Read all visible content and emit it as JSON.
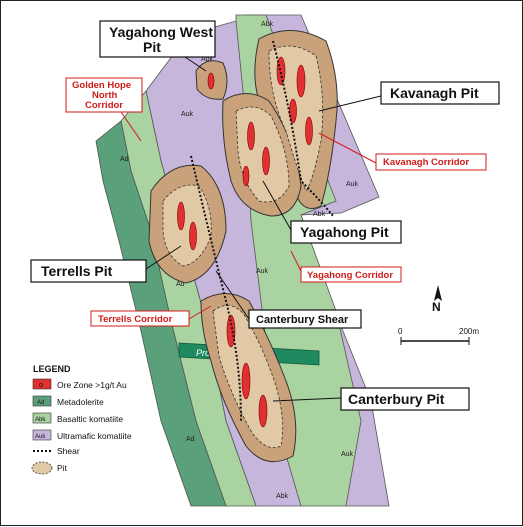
{
  "map": {
    "pits": {
      "yagahong_west_line1": "Yagahong West",
      "yagahong_west_line2": "Pit",
      "kavanagh": "Kavanagh Pit",
      "yagahong": "Yagahong Pit",
      "terrells": "Terrells Pit",
      "canterbury": "Canterbury Pit"
    },
    "corridors": {
      "golden_hope_1": "Golden Hope",
      "golden_hope_2": "North",
      "golden_hope_3": "Corridor",
      "kavanagh": "Kavanagh Corridor",
      "yagahong": "Yagahong Corridor",
      "terrells": "Terrells Corridor"
    },
    "canterbury_shear": "Canterbury Shear",
    "dyke_label": "Proterozoic  Dyke",
    "unit_codes": {
      "ad": "Ad",
      "abk": "Abk",
      "auk": "Auk"
    },
    "north_arrow": "N",
    "scale": {
      "start": "0",
      "end": "200m"
    }
  },
  "legend": {
    "title": "LEGEND",
    "items": [
      {
        "symbol": "o",
        "label": "Ore Zone >1g/t Au"
      },
      {
        "symbol": "Ad",
        "label": "Metadolerite"
      },
      {
        "symbol": "Abk",
        "label": "Basaltic komatiite"
      },
      {
        "symbol": "Auk",
        "label": "Ultramafic komatiite"
      },
      {
        "symbol": "",
        "label": "Shear"
      },
      {
        "symbol": "",
        "label": "Pit"
      }
    ]
  },
  "colors": {
    "metadolerite": "#5aa07a",
    "basaltic_komatiite": "#a9d3a0",
    "ultramafic_komatiite": "#c7b6dc",
    "pit_fill": "#c9a27b",
    "pit_inner": "#e2c9a6",
    "ore_zone": "#e03030",
    "dyke": "#1f8a5f",
    "callout_red": "#d11a1a"
  }
}
